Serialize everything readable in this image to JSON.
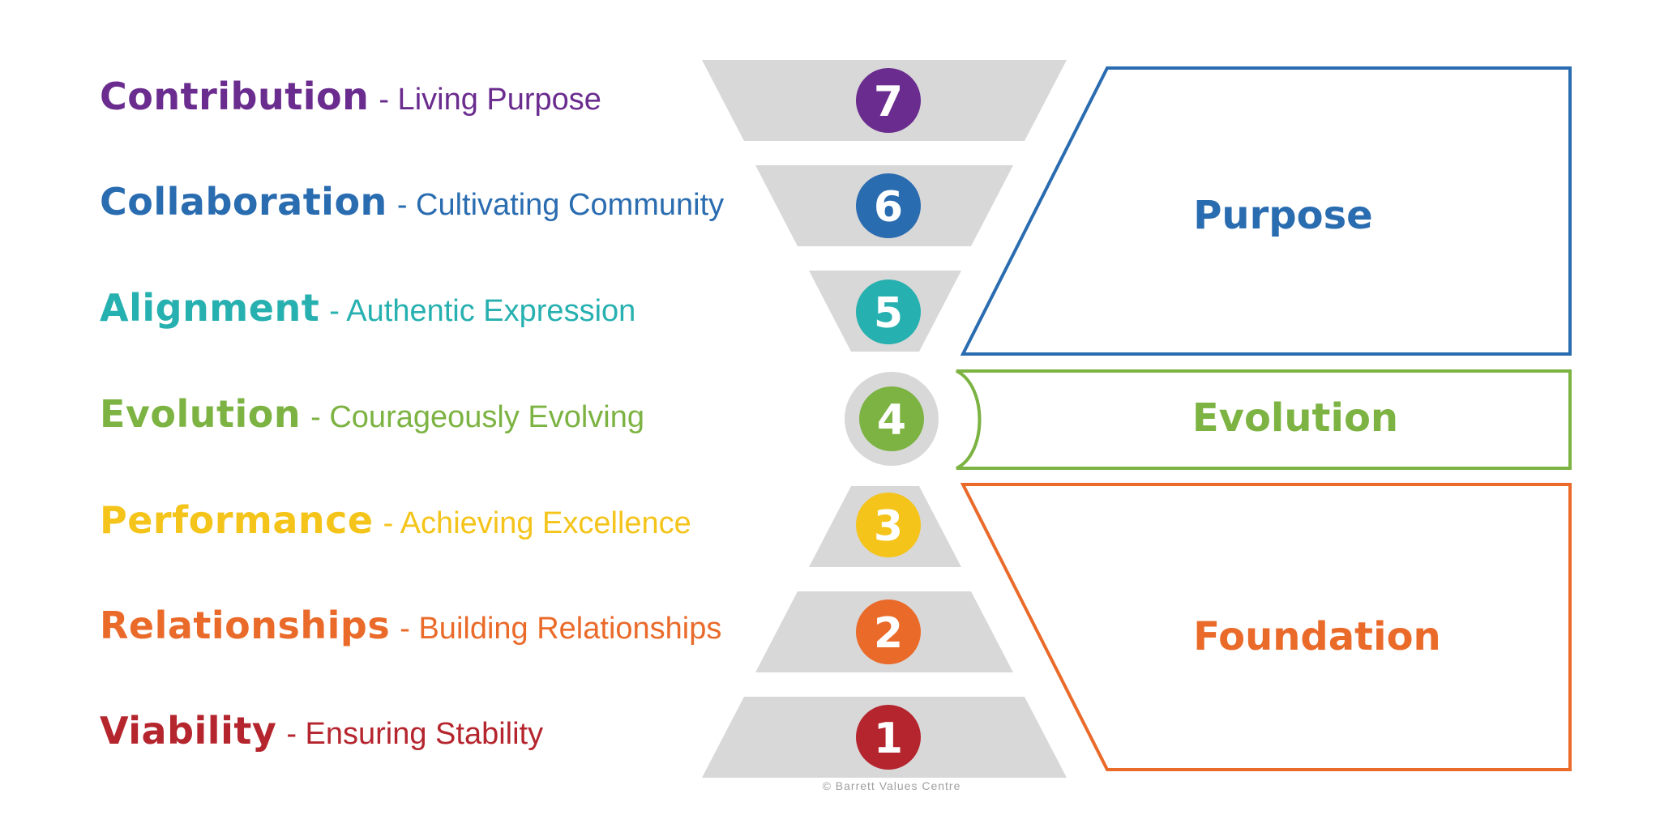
{
  "levels": [
    {
      "number": "7",
      "name": "Contribution",
      "description": "- Living Purpose",
      "color": "#6a2c8e"
    },
    {
      "number": "6",
      "name": "Collaboration",
      "description": "- Cultivating Community",
      "color": "#2a6cb0"
    },
    {
      "number": "5",
      "name": "Alignment",
      "description": "- Authentic Expression",
      "color": "#27b0b0"
    },
    {
      "number": "4",
      "name": "Evolution",
      "description": "- Courageously Evolving",
      "color": "#7cb342"
    },
    {
      "number": "3",
      "name": "Performance",
      "description": "- Achieving Excellence",
      "color": "#f4c41a"
    },
    {
      "number": "2",
      "name": "Relationships",
      "description": "- Building Relationships",
      "color": "#ea6a2a"
    },
    {
      "number": "1",
      "name": "Viability",
      "description": "- Ensuring Stability",
      "color": "#b5252e"
    }
  ],
  "groups": [
    {
      "label": "Purpose",
      "color": "#2a6cb0"
    },
    {
      "label": "Evolution",
      "color": "#7cb342"
    },
    {
      "label": "Foundation",
      "color": "#ea6a2a"
    }
  ],
  "copyright": "© Barrett Values Centre",
  "shape_color": "#d9d8d8"
}
